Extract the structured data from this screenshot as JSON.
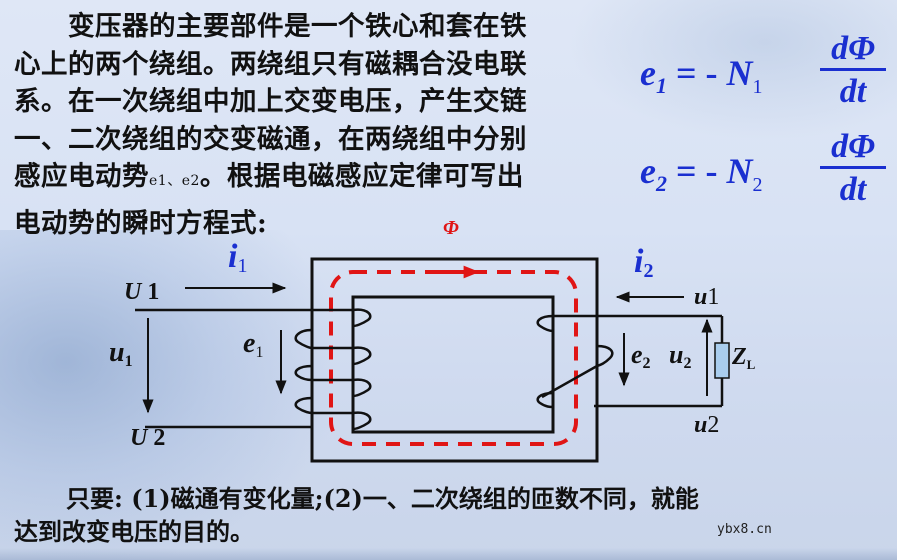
{
  "paragraph": {
    "lines": [
      "变压器的主要部件是一个铁心和套在铁",
      "心上的两个绕组。两绕组只有磁耦合没电联",
      "系。在一次绕组中加上交变电压，产生交链",
      "一、二次绕组的交变磁通，在两绕组中分别",
      "电动势的瞬时方程式:"
    ],
    "line5_prefix": "感应电动势",
    "line5_small": "e1、e2",
    "line5_suffix": "。根据电磁感应定律可写出"
  },
  "formulas": [
    {
      "lhs": "e",
      "lhs_sub": "1",
      "eq": "= -",
      "coef": "N",
      "coef_sub": "1",
      "numerator": "dΦ",
      "denominator": "dt"
    },
    {
      "lhs": "e",
      "lhs_sub": "2",
      "eq": "= -",
      "coef": "N",
      "coef_sub": "2",
      "numerator": "dΦ",
      "denominator": "dt"
    }
  ],
  "diagram": {
    "flux_label": "Φ",
    "primary": {
      "current": "i",
      "current_sub": "1",
      "terminal_top": "U",
      "terminal_top_num": "1",
      "terminal_bottom": "U",
      "terminal_bottom_num": "2",
      "voltage": "u",
      "voltage_sub": "1",
      "emf": "e",
      "emf_sub": "1"
    },
    "secondary": {
      "current": "i",
      "current_sub": "2",
      "terminal_top": "u",
      "terminal_top_num": "1",
      "terminal_bottom": "u",
      "terminal_bottom_num": "2",
      "voltage": "u",
      "voltage_sub": "2",
      "emf": "e",
      "emf_sub": "2",
      "load": "Z",
      "load_sub": "L"
    },
    "colors": {
      "wire": "#111111",
      "flux": "#e01515",
      "current_label": "#1a2fd0",
      "load_fill": "#a9cdee"
    }
  },
  "footer": {
    "line1": "只要: (1)磁通有变化量;(2)一、二次绕组的匝数不同，就能",
    "line2": "达到改变电压的目的。"
  },
  "watermark": "ybx8.cn"
}
